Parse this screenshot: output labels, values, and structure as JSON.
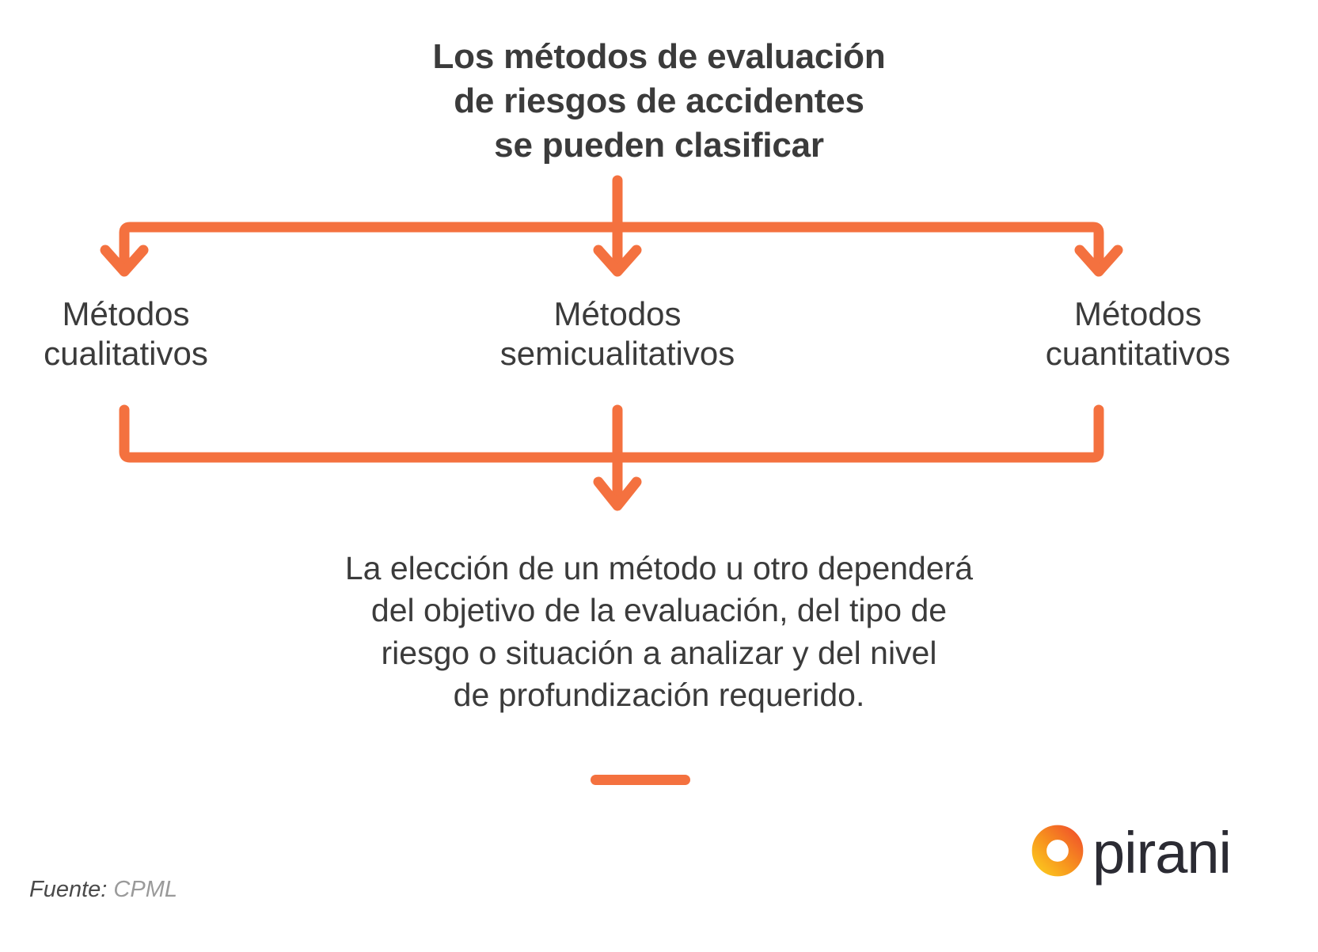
{
  "palette": {
    "orange": "#F4713F",
    "text_dark": "#3b3b3b",
    "text_muted": "#9a9a9a",
    "logo_yellow": "#FBC11E",
    "logo_orange": "#F7941E",
    "logo_red": "#F15A29",
    "logo_word": "#2b2b33",
    "background": "#FFFFFF"
  },
  "title": "Los métodos de evaluación\nde riesgos de accidentes\nse pueden clasificar",
  "branches": [
    {
      "label": "Métodos\ncualitativos"
    },
    {
      "label": "Métodos\nsemicualitativos"
    },
    {
      "label": "Métodos\ncuantitativos"
    }
  ],
  "conclusion": "La elección de un método u otro dependerá\ndel objetivo de la evaluación, del tipo de\nriesgo o situación a analizar y del nivel\nde profundización requerido.",
  "footer": {
    "source_label": "Fuente:",
    "source_value": "CPML",
    "brand": "pirani"
  }
}
